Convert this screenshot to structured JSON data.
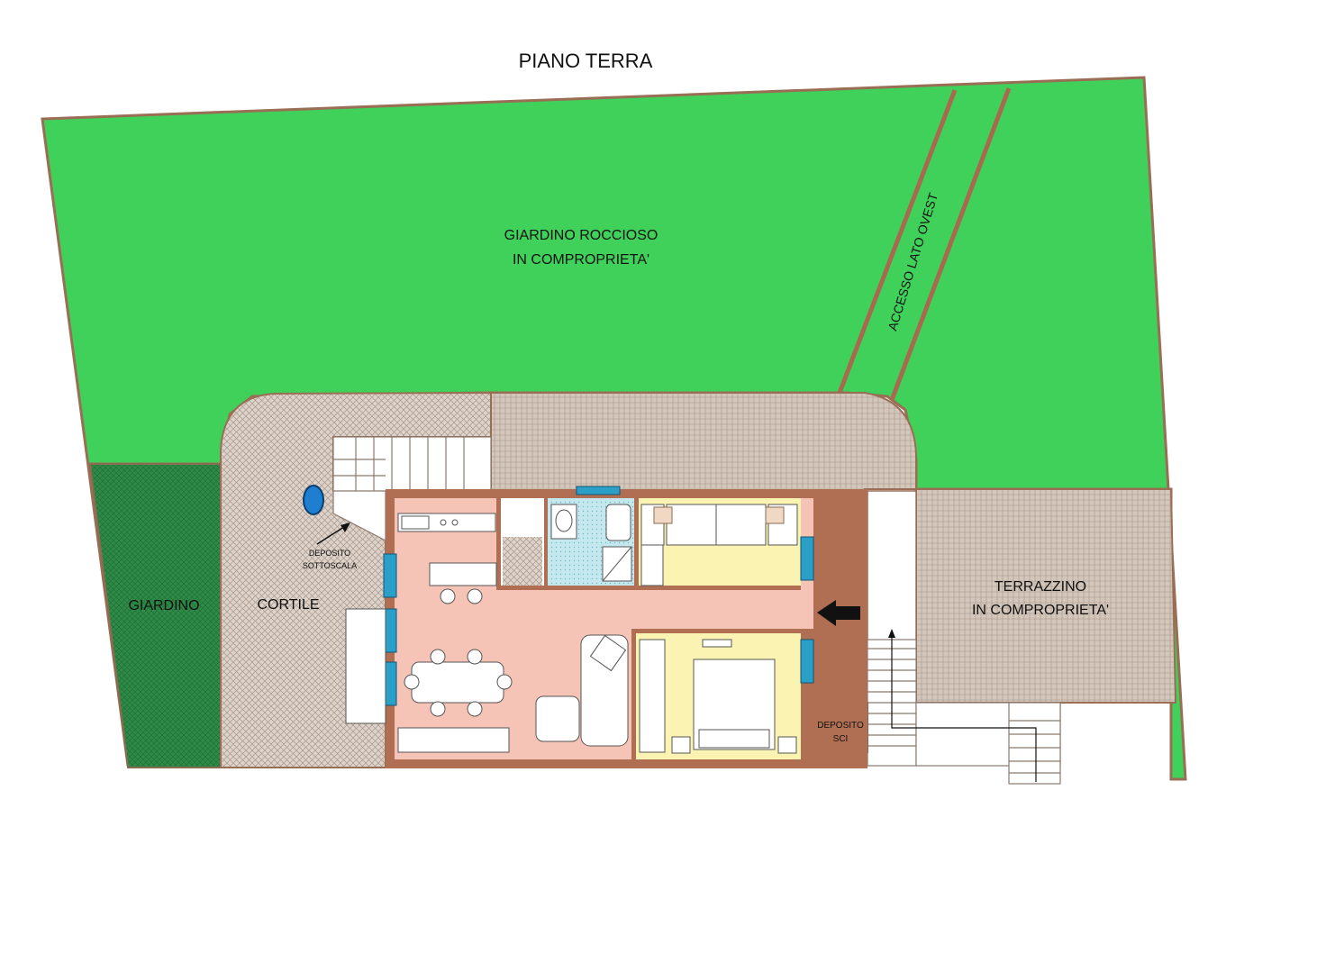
{
  "title": "PIANO TERRA",
  "labels": {
    "giardino_roccioso_1": "GIARDINO ROCCIOSO",
    "giardino_roccioso_2": "IN COMPROPRIETA'",
    "accesso": "ACCESSO LATO OVEST",
    "giardino": "GIARDINO",
    "cortile": "CORTILE",
    "deposito_sottoscala_1": "DEPOSITO",
    "deposito_sottoscala_2": "SOTTOSCALA",
    "terrazzino_1": "TERRAZZINO",
    "terrazzino_2": "IN COMPROPRIETA'",
    "deposito_sci_1": "DEPOSITO",
    "deposito_sci_2": "SCI"
  },
  "colors": {
    "lawn": "#3fd15a",
    "garden_dark": "#2f8f4a",
    "paving": "#d9cfc6",
    "terrace": "#cdc1b5",
    "wall": "#b06f52",
    "living": "#f5c4b6",
    "bedroom": "#fbf3b2",
    "bath": "#bfe6ec",
    "window": "#2aa0c8",
    "outline": "#8b6a52"
  }
}
